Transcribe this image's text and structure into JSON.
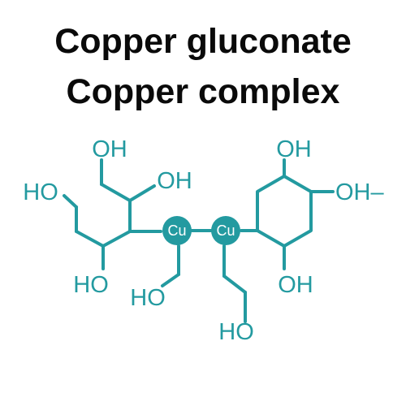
{
  "title": {
    "line1": "Copper gluconate",
    "line2": "Copper complex"
  },
  "molecule": {
    "color": "#239aa0",
    "labels": {
      "oh_top_left": "OH",
      "oh_mid_left": "OH",
      "ho_far_left": "HO",
      "ho_bottom_left": "HO",
      "ho_bottom_center": "HO",
      "cu_left": "Cu",
      "cu_right": "Cu",
      "ho_bottom_right_chain": "HO",
      "oh_ring_top": "OH",
      "oh_ring_right": "OH–",
      "oh_ring_bottom": "OH"
    }
  }
}
